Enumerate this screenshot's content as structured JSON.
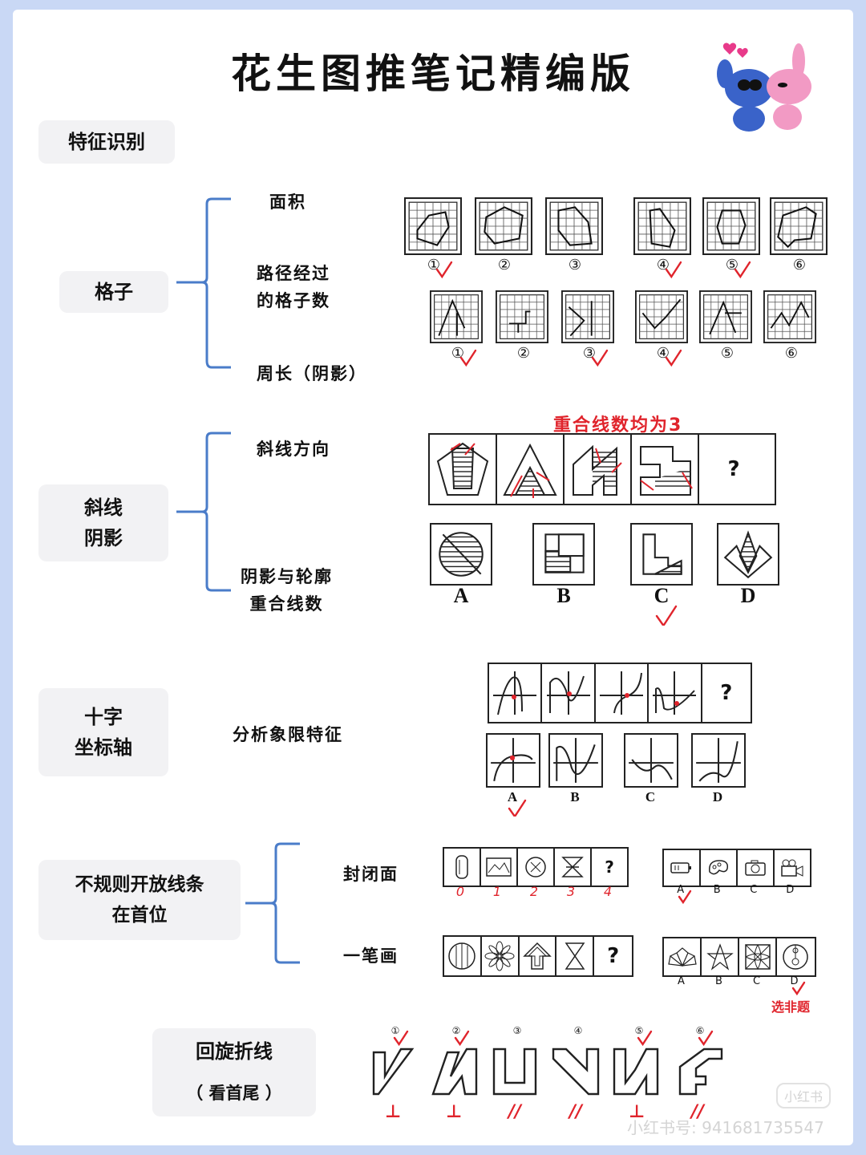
{
  "title": "花生图推笔记精编版",
  "section_feature": "特征识别",
  "grid": {
    "label": "格子",
    "items": [
      "面积",
      "路径经过\n的格子数",
      "周长（阴影）"
    ],
    "row1_caps": [
      "①",
      "②",
      "③",
      "④",
      "⑤",
      "⑥"
    ],
    "row2_caps": [
      "①",
      "②",
      "③",
      "④",
      "⑤",
      "⑥"
    ]
  },
  "hatch": {
    "label": "斜线\n阴影",
    "items": [
      "斜线方向",
      "阴影与轮廓\n重合线数"
    ],
    "note": "重合线数均为3",
    "question": "?",
    "options": [
      "A",
      "B",
      "C",
      "D"
    ]
  },
  "cross": {
    "label": "十字\n坐标轴",
    "item": "分析象限特征",
    "question": "?",
    "options": [
      "A",
      "B",
      "C",
      "D"
    ]
  },
  "open": {
    "label": "不规则开放线条\n在首位",
    "items": [
      "封闭面",
      "一笔画"
    ],
    "closed_counts": [
      "0",
      "1",
      "2",
      "3",
      "4"
    ],
    "question": "?",
    "options": [
      "A",
      "B",
      "C",
      "D"
    ],
    "note": "选非题"
  },
  "fold": {
    "label": "回旋折线",
    "sub": "（ 看首尾 ）",
    "caps": [
      "①",
      "②",
      "③",
      "④",
      "⑤",
      "⑥"
    ],
    "marks": [
      "⊥",
      "⊥",
      "//",
      "//",
      "⊥",
      "//"
    ]
  },
  "watermark": {
    "brand": "小红书",
    "id": "小红书号: 941681735547"
  },
  "colors": {
    "accent": "#4a7cc9",
    "check": "#e0242c",
    "background": "#c9d8f5"
  }
}
